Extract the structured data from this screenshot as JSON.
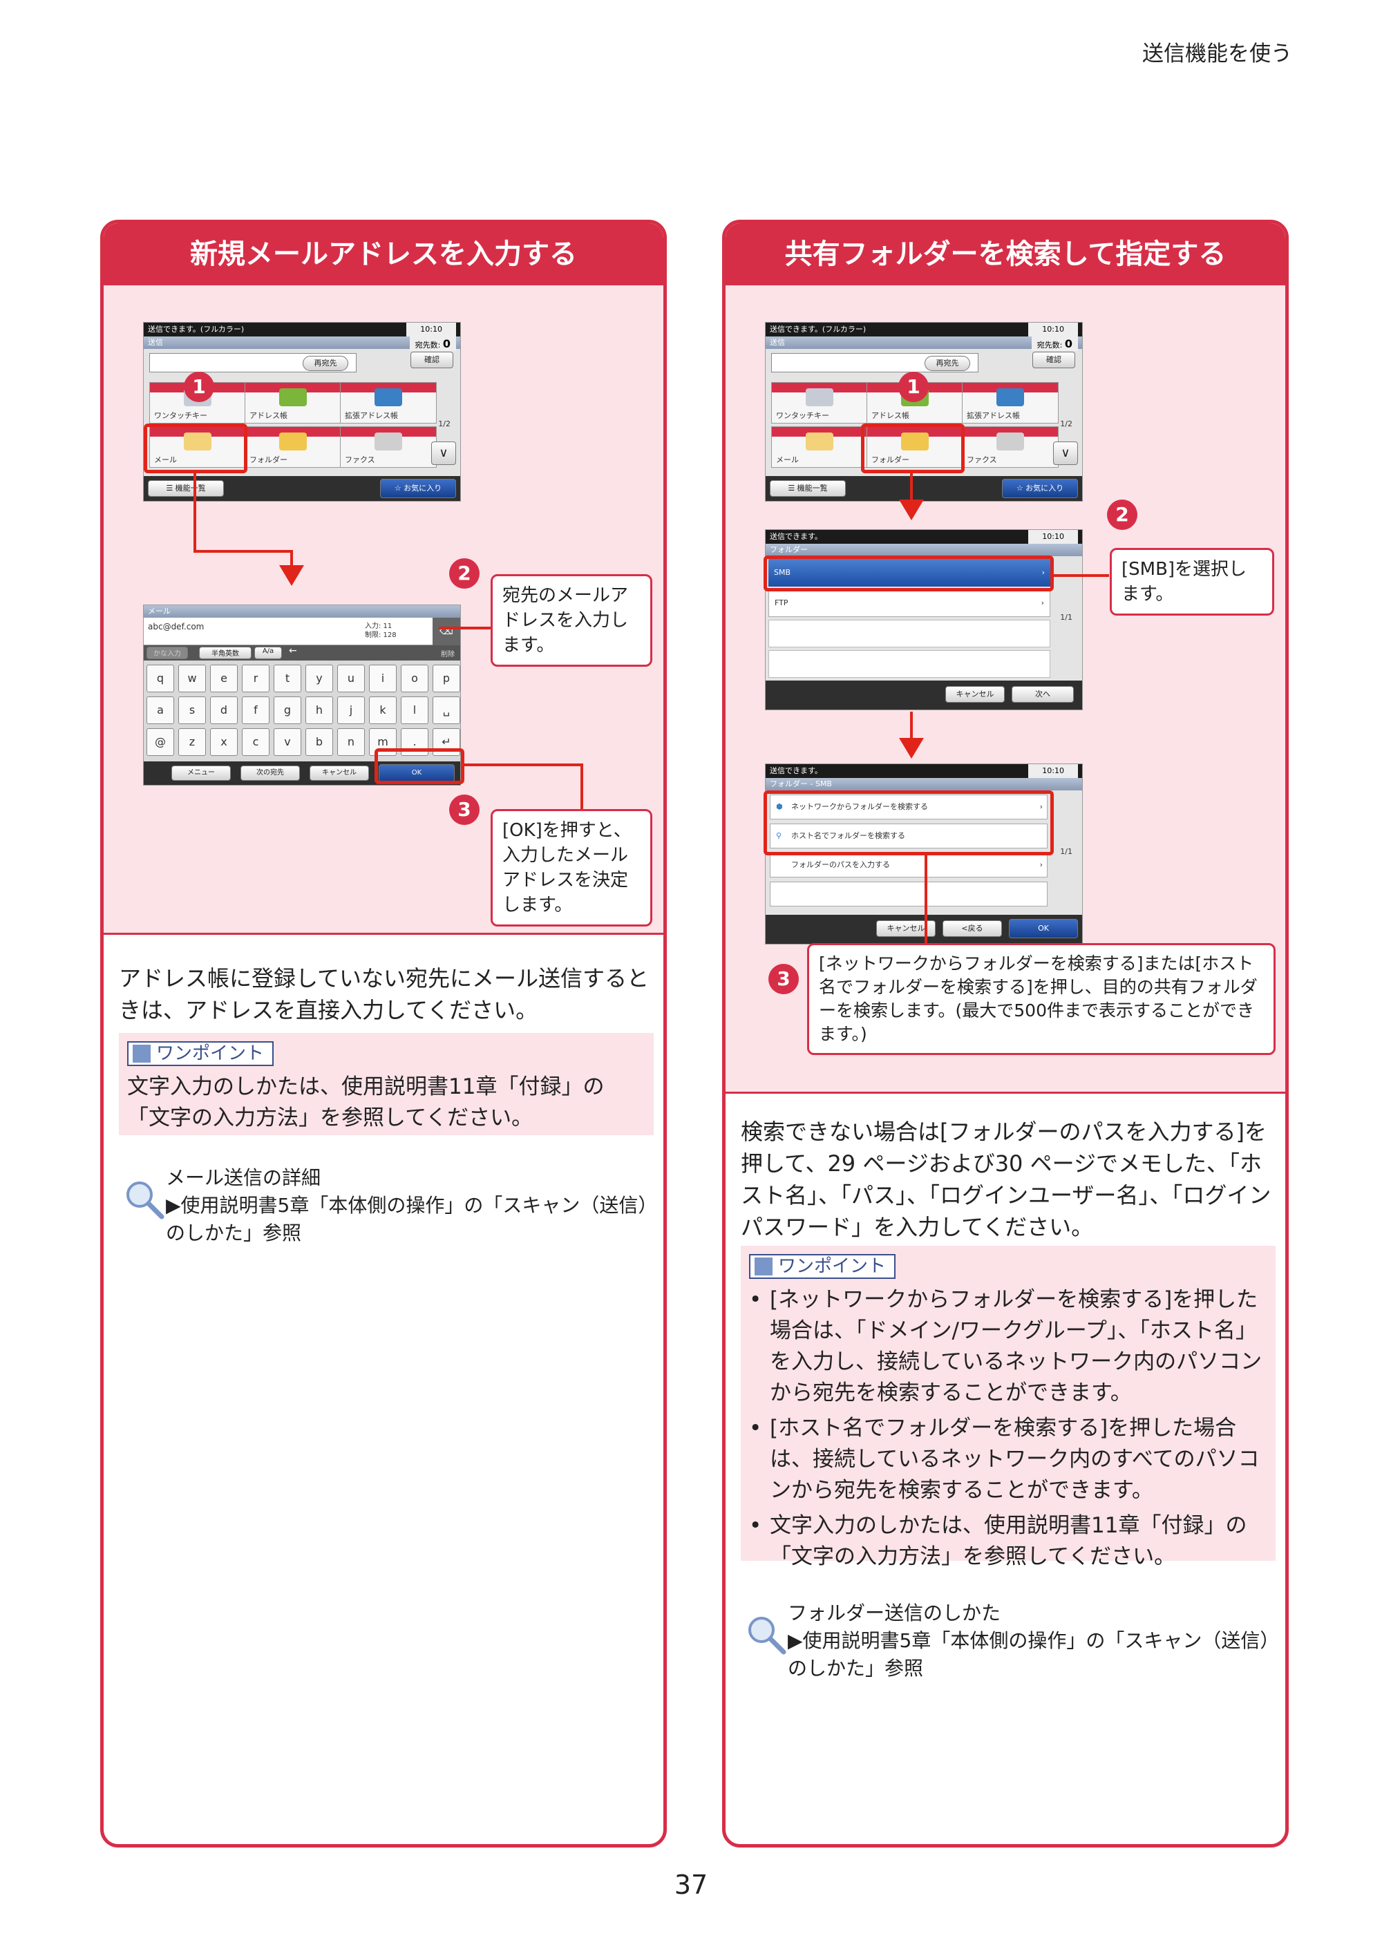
{
  "header": {
    "section": "送信機能を使う"
  },
  "page_number": "37",
  "left": {
    "title": "新規メールアドレスを入力する",
    "screen1": {
      "status": "送信できます。(フルカラー)",
      "time": "10:10",
      "mode": "送信",
      "dest_label": "宛先数:",
      "dest_count": "0",
      "confirm": "確認",
      "recall": "再宛先",
      "tiles": [
        "ワンタッチキー",
        "アドレス帳",
        "拡張アドレス帳",
        "メール",
        "フォルダー",
        "ファクス"
      ],
      "page": "1/2",
      "function_list": "機能一覧",
      "favorites": "お気に入り"
    },
    "screen2": {
      "mode": "メール",
      "input_value": "abc@def.com",
      "input_count": "入力: 11",
      "limit": "制限: 128",
      "kana": "かな入力",
      "halfwidth": "半角英数",
      "case": "A/a",
      "delete": "削除",
      "row1": [
        "q",
        "w",
        "e",
        "r",
        "t",
        "y",
        "u",
        "i",
        "o",
        "p"
      ],
      "row2": [
        "a",
        "s",
        "d",
        "f",
        "g",
        "h",
        "j",
        "k",
        "l"
      ],
      "row3": [
        "@",
        "z",
        "x",
        "c",
        "v",
        "b",
        "n",
        "m",
        "."
      ],
      "menu": "メニュー",
      "next_dest": "次の宛先",
      "cancel": "キャンセル",
      "ok": "OK"
    },
    "steps": {
      "n1": "1",
      "n2": "2",
      "n3": "3"
    },
    "callout2": "宛先のメールアドレスを入力します。",
    "callout3": "[OK]を押すと、入力したメールアドレスを決定します。",
    "body": "アドレス帳に登録していない宛先にメール送信するときは、アドレスを直接入力してください。",
    "onepoint_label": "ワンポイント",
    "onepoint_text": "文字入力のしかたは、使用説明書11章「付録」の「文字の入力方法」を参照してください。",
    "ref_title": "メール送信の詳細",
    "ref_text": "▶使用説明書5章「本体側の操作」の「スキャン（送信）のしかた」参照"
  },
  "right": {
    "title": "共有フォルダーを検索して指定する",
    "screen1": {
      "status": "送信できます。(フルカラー)",
      "time": "10:10",
      "mode": "送信",
      "dest_label": "宛先数:",
      "dest_count": "0",
      "confirm": "確認",
      "recall": "再宛先",
      "tiles": [
        "ワンタッチキー",
        "アドレス帳",
        "拡張アドレス帳",
        "メール",
        "フォルダー",
        "ファクス"
      ],
      "page": "1/2",
      "function_list": "機能一覧",
      "favorites": "お気に入り"
    },
    "screen2": {
      "status": "送信できます。",
      "time": "10:10",
      "mode": "フォルダー",
      "smb": "SMB",
      "ftp": "FTP",
      "page": "1/1",
      "cancel": "キャンセル",
      "next": "次へ"
    },
    "screen3": {
      "status": "送信できます。",
      "time": "10:10",
      "mode": "フォルダー - SMB",
      "opt1": "ネットワークからフォルダーを検索する",
      "opt2": "ホスト名でフォルダーを検索する",
      "opt3": "フォルダーのパスを入力する",
      "page": "1/1",
      "cancel": "キャンセル",
      "back": "<戻る",
      "ok": "OK"
    },
    "steps": {
      "n1": "1",
      "n2": "2",
      "n3": "3"
    },
    "callout2": "[SMB]を選択します。",
    "callout3": "[ネットワークからフォルダーを検索する]または[ホスト名でフォルダーを検索する]を押し、目的の共有フォルダーを検索します。(最大で500件まで表示することができます。)",
    "body": "検索できない場合は[フォルダーのパスを入力する]を押して、29 ページおよび30 ページでメモした、「ホスト名」、「パス」、「ログインユーザー名」、「ログインパスワード」を入力してください。",
    "onepoint_label": "ワンポイント",
    "bullets": [
      "[ネットワークからフォルダーを検索する]を押した場合は、「ドメイン/ワークグループ」、「ホスト名」を入力し、接続しているネットワーク内のパソコンから宛先を検索することができます。",
      "[ホスト名でフォルダーを検索する]を押した場合は、接続しているネットワーク内のすべてのパソコンから宛先を検索することができます。",
      "文字入力のしかたは、使用説明書11章「付録」の「文字の入力方法」を参照してください。"
    ],
    "ref_title": "フォルダー送信のしかた",
    "ref_text": "▶使用説明書5章「本体側の操作」の「スキャン（送信）のしかた」参照"
  },
  "colors": {
    "accent": "#d72e48",
    "pink": "#fbe3e8",
    "highlight": "#e0241a"
  }
}
